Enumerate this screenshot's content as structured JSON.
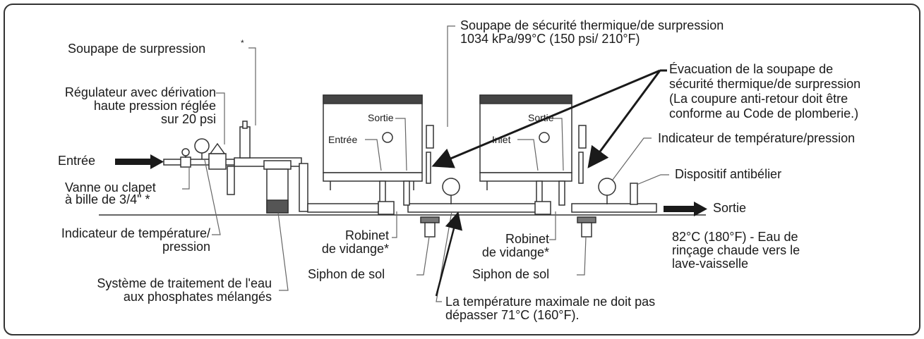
{
  "diagram": {
    "labels": {
      "soupape_surpression": "Soupape de surpression",
      "soupape_asterisk": "*",
      "regulateur": [
        "Régulateur avec dérivation",
        "haute pression réglée",
        "sur 20 psi"
      ],
      "entree_in": "Entrée",
      "vanne": [
        "Vanne ou clapet",
        "à bille de 3/4\" *"
      ],
      "indicateur_left": [
        "Indicateur de température/",
        "pression"
      ],
      "systeme_traitement": [
        "Système de traitement de l'eau",
        "aux phosphates mélangés"
      ],
      "soupape_securite": [
        "Soupape de sécurité thermique/de surpression",
        "1034 kPa/99°C (150 psi/ 210°F)"
      ],
      "evacuation": [
        "Évacuation de la soupape de",
        "sécurité thermique/de surpression",
        "(La coupure anti-retour doit être",
        "conforme au Code de plomberie.)"
      ],
      "indicateur_right": "Indicateur de température/pression",
      "dispositif": "Dispositif antibélier",
      "sortie_out": "Sortie",
      "eau_rincage": [
        "82°C (180°F) - Eau de",
        "rinçage chaude vers le",
        "lave-vaisselle"
      ],
      "unit1_sortie": "Sortie",
      "unit1_entree": "Entrée",
      "unit2_sortie": "Sortie",
      "unit2_inlet": "Inlet",
      "robinet_1": [
        "Robinet",
        "de vidange*"
      ],
      "robinet_2": [
        "Robinet",
        "de vidange*"
      ],
      "siphon_1": "Siphon de sol",
      "siphon_2": "Siphon de sol",
      "temperature_max": [
        "La température maximale ne doit pas",
        "dépasser 71°C (160°F)."
      ]
    }
  }
}
